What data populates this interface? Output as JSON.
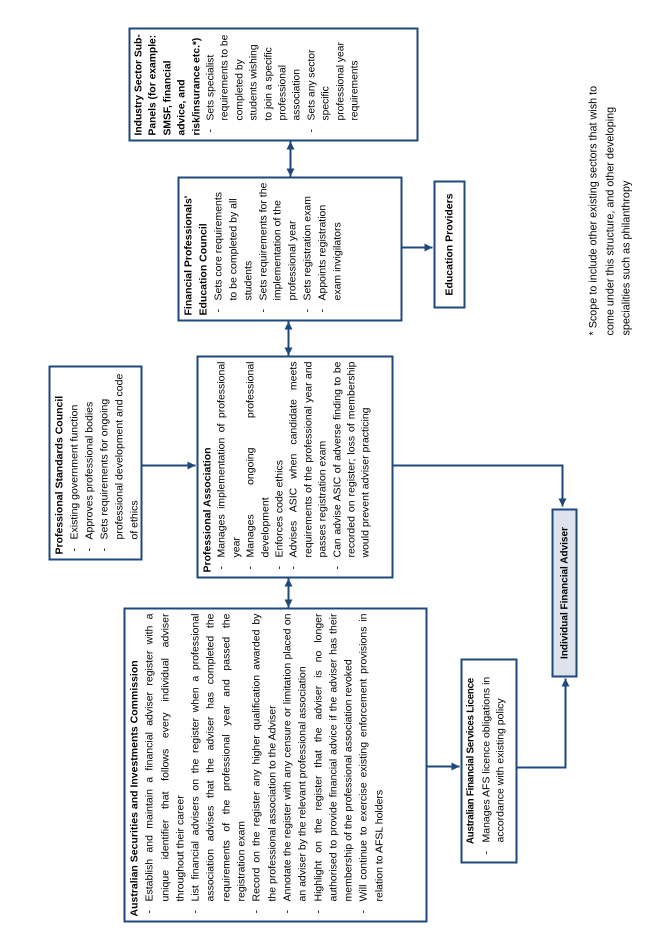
{
  "diagram": {
    "accent_color": "#1f497d",
    "adviser_box_fill": "#dce3ed",
    "bullet_marker": "-",
    "boxes": {
      "industry_sector": {
        "title": "Industry Sector Sub-Panels (for example: SMSF, financial advice, and risk/insurance etc.*)",
        "bullets": [
          "Sets specialist requirements to be completed by students wishing to join a specific professional association",
          "Sets any sector specific professional year requirements"
        ]
      },
      "education_council": {
        "title": "Financial Professionals' Education Council",
        "bullets": [
          "Sets core requirements to be completed by all students",
          "Sets requirements for the implementation of the professional year",
          "Sets registration exam",
          "Appoints registration exam invigilators"
        ]
      },
      "education_providers": {
        "title": "Education Providers"
      },
      "standards_council": {
        "title": "Professional Standards Council",
        "bullets": [
          "Existing government function",
          "Approves professional bodies",
          "Sets requirements for ongoing professional development and code of ethics"
        ]
      },
      "professional_association": {
        "title": "Professional Association",
        "bullets": [
          "Manages implementation of professional year",
          "Manages ongoing professional development",
          "Enforces code ethics",
          "Advises ASIC when candidate meets requirements of the professional year and passes registration exam",
          "Can advise ASIC of adverse finding to be recorded on register; loss of membership would prevent adviser practicing"
        ]
      },
      "asic": {
        "title": "Australian Securities and Investments Commission",
        "bullets": [
          "Establish and maintain a financial adviser register with a unique identifier that follows every individual adviser throughout their career",
          "List financial advisers on the register when a professional association advises that the adviser has completed the requirements of the professional year and passed the registration exam",
          "Record on the register any higher qualification awarded by the professional association to the Adviser",
          "Annotate the register with any censure or limitation placed on an adviser by the relevant professional association",
          "Highlight on the register that the adviser is no longer authorised to provide financial advice if the adviser has their membership of the professional association revoked",
          "Will continue to exercise existing enforcement provisions in relation to AFSL holders"
        ]
      },
      "afs_licence": {
        "title": "Australian Financial Services Licence",
        "bullets": [
          "Manages AFS licence obligations in accordance with existing policy"
        ]
      },
      "individual_adviser": {
        "title": "Individual Financial Adviser"
      }
    },
    "footnote_lines": [
      "* Scope to include other existing sectors that wish to",
      "come under this structure, and other developing",
      "specialities such as philanthropy"
    ]
  }
}
